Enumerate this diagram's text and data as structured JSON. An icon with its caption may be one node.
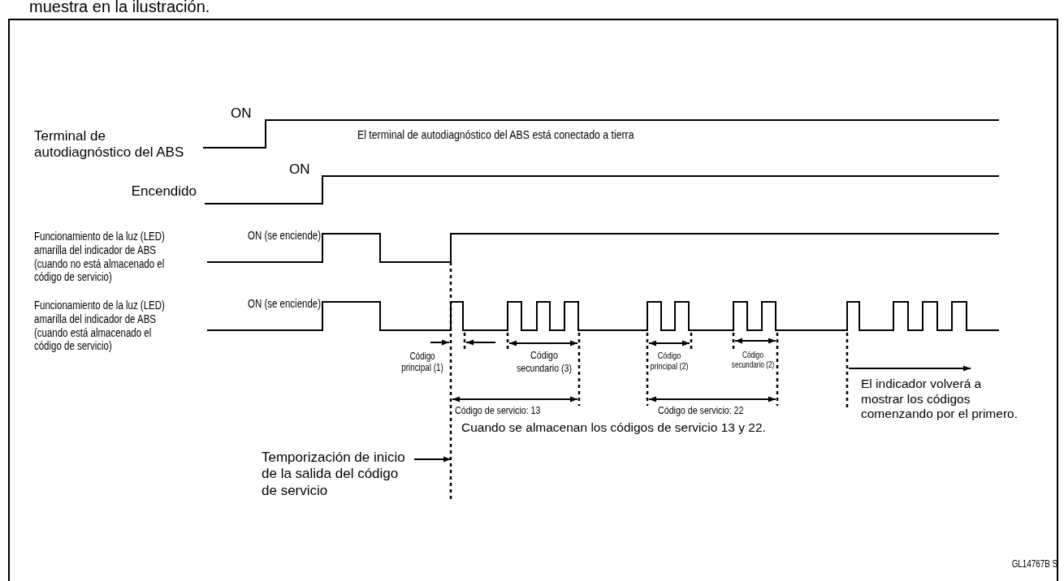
{
  "diagram": {
    "nodes": [
      {
        "text": [
          "Temporización de inicio de la salida del código de servicio"
        ]
      },
      {
        "text": [],
        "shape": "line"
      }
    ],
    "edges": [
      {
        "from": 0,
        "to": 1,
        "arrow": "to"
      }
    ],
    "labels": [
      "muestra en la ilustración.",
      "Terminal de autodiagnóstico del ABS",
      "ON",
      "El terminal de autodiagnóstico del ABS está conectado a tierra",
      "Encendido",
      "ON",
      "Funcionamiento de la luz (LED) amarilla del indicador de ABS (cuando no está almacenado el código de servicio)",
      "ON (se enciende)",
      "Funcionamiento de la luz (LED) amarilla del indicador de ABS (cuando está almacenado el código de servicio)",
      "ON (se enciende)",
      "Código principal (1)",
      "Código secundario (3)",
      "Código principal (2)",
      "Código secundario (2)",
      "Código de servicio: 13",
      "Código de servicio: 22",
      "Cuando se almacenan los códigos de servicio 13 y 22.",
      "El indicador volverá a mostrar los códigos comenzando por el primero.",
      "GL14767B S"
    ]
  }
}
